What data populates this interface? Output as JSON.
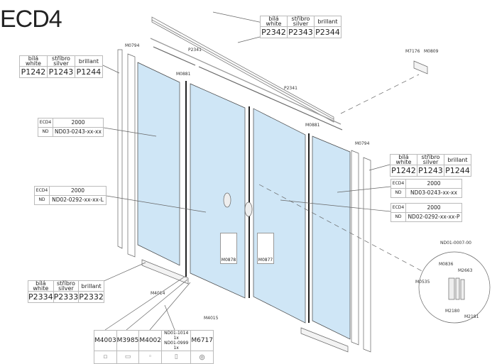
{
  "title": "ECD4",
  "color_header": {
    "white": "bílá\nwhite",
    "silver": "stříbro\nsilver",
    "brillant": "brillant"
  },
  "color_header_white_cz": "bílá",
  "color_header_white_en": "white",
  "color_header_silver_cz": "stříbro",
  "color_header_silver_en": "silver",
  "color_tables": {
    "top": [
      "P2342",
      "P2343",
      "P2344"
    ],
    "left_profile": [
      "P1242",
      "P1243",
      "P1244"
    ],
    "right_profile": [
      "P1242",
      "P1243",
      "P1244"
    ],
    "bottom": [
      "P2334",
      "P2333",
      "P2332"
    ]
  },
  "nd_tables": {
    "left_fixed": {
      "model": "ECD4",
      "size": "2000",
      "key": "ND",
      "code": "ND03-0243-xx-xx"
    },
    "left_door": {
      "model": "ECD4",
      "size": "2000",
      "key": "ND",
      "code": "ND02-0292-xx-xx-L"
    },
    "right_fixed": {
      "model": "ECD4",
      "size": "2000",
      "key": "ND",
      "code": "ND03-0243-xx-xx"
    },
    "right_door": {
      "model": "ECD4",
      "size": "2000",
      "key": "ND",
      "code": "ND02-0292-xx-xx-P"
    }
  },
  "labels": {
    "m0794_l": "M0794",
    "p2341_a": "P2341",
    "m0881_a": "M0881",
    "p2341_b": "P2341",
    "m0881_b": "M0881",
    "m0794_r": "M0794",
    "m7176": "M7176",
    "m0809": "M0809",
    "m0878": "M0878",
    "m0877": "M0877",
    "m4014": "M4014",
    "m4015": "M4015",
    "nd01_0007": "ND01-0007-00",
    "m0836": "M0836",
    "m2663": "M2663",
    "m0535": "M0535",
    "m2180": "M2180",
    "m2181": "M2181"
  },
  "parts_table": [
    "M4003",
    "M3985",
    "M4002",
    "ND01-1014  1x\nND01-0999  1x",
    "M6717"
  ],
  "parts_nd_a": "ND01-1014  1x",
  "parts_nd_b": "ND01-0999  1x",
  "colors": {
    "glass": "#cfe6f6",
    "line": "#555555"
  }
}
